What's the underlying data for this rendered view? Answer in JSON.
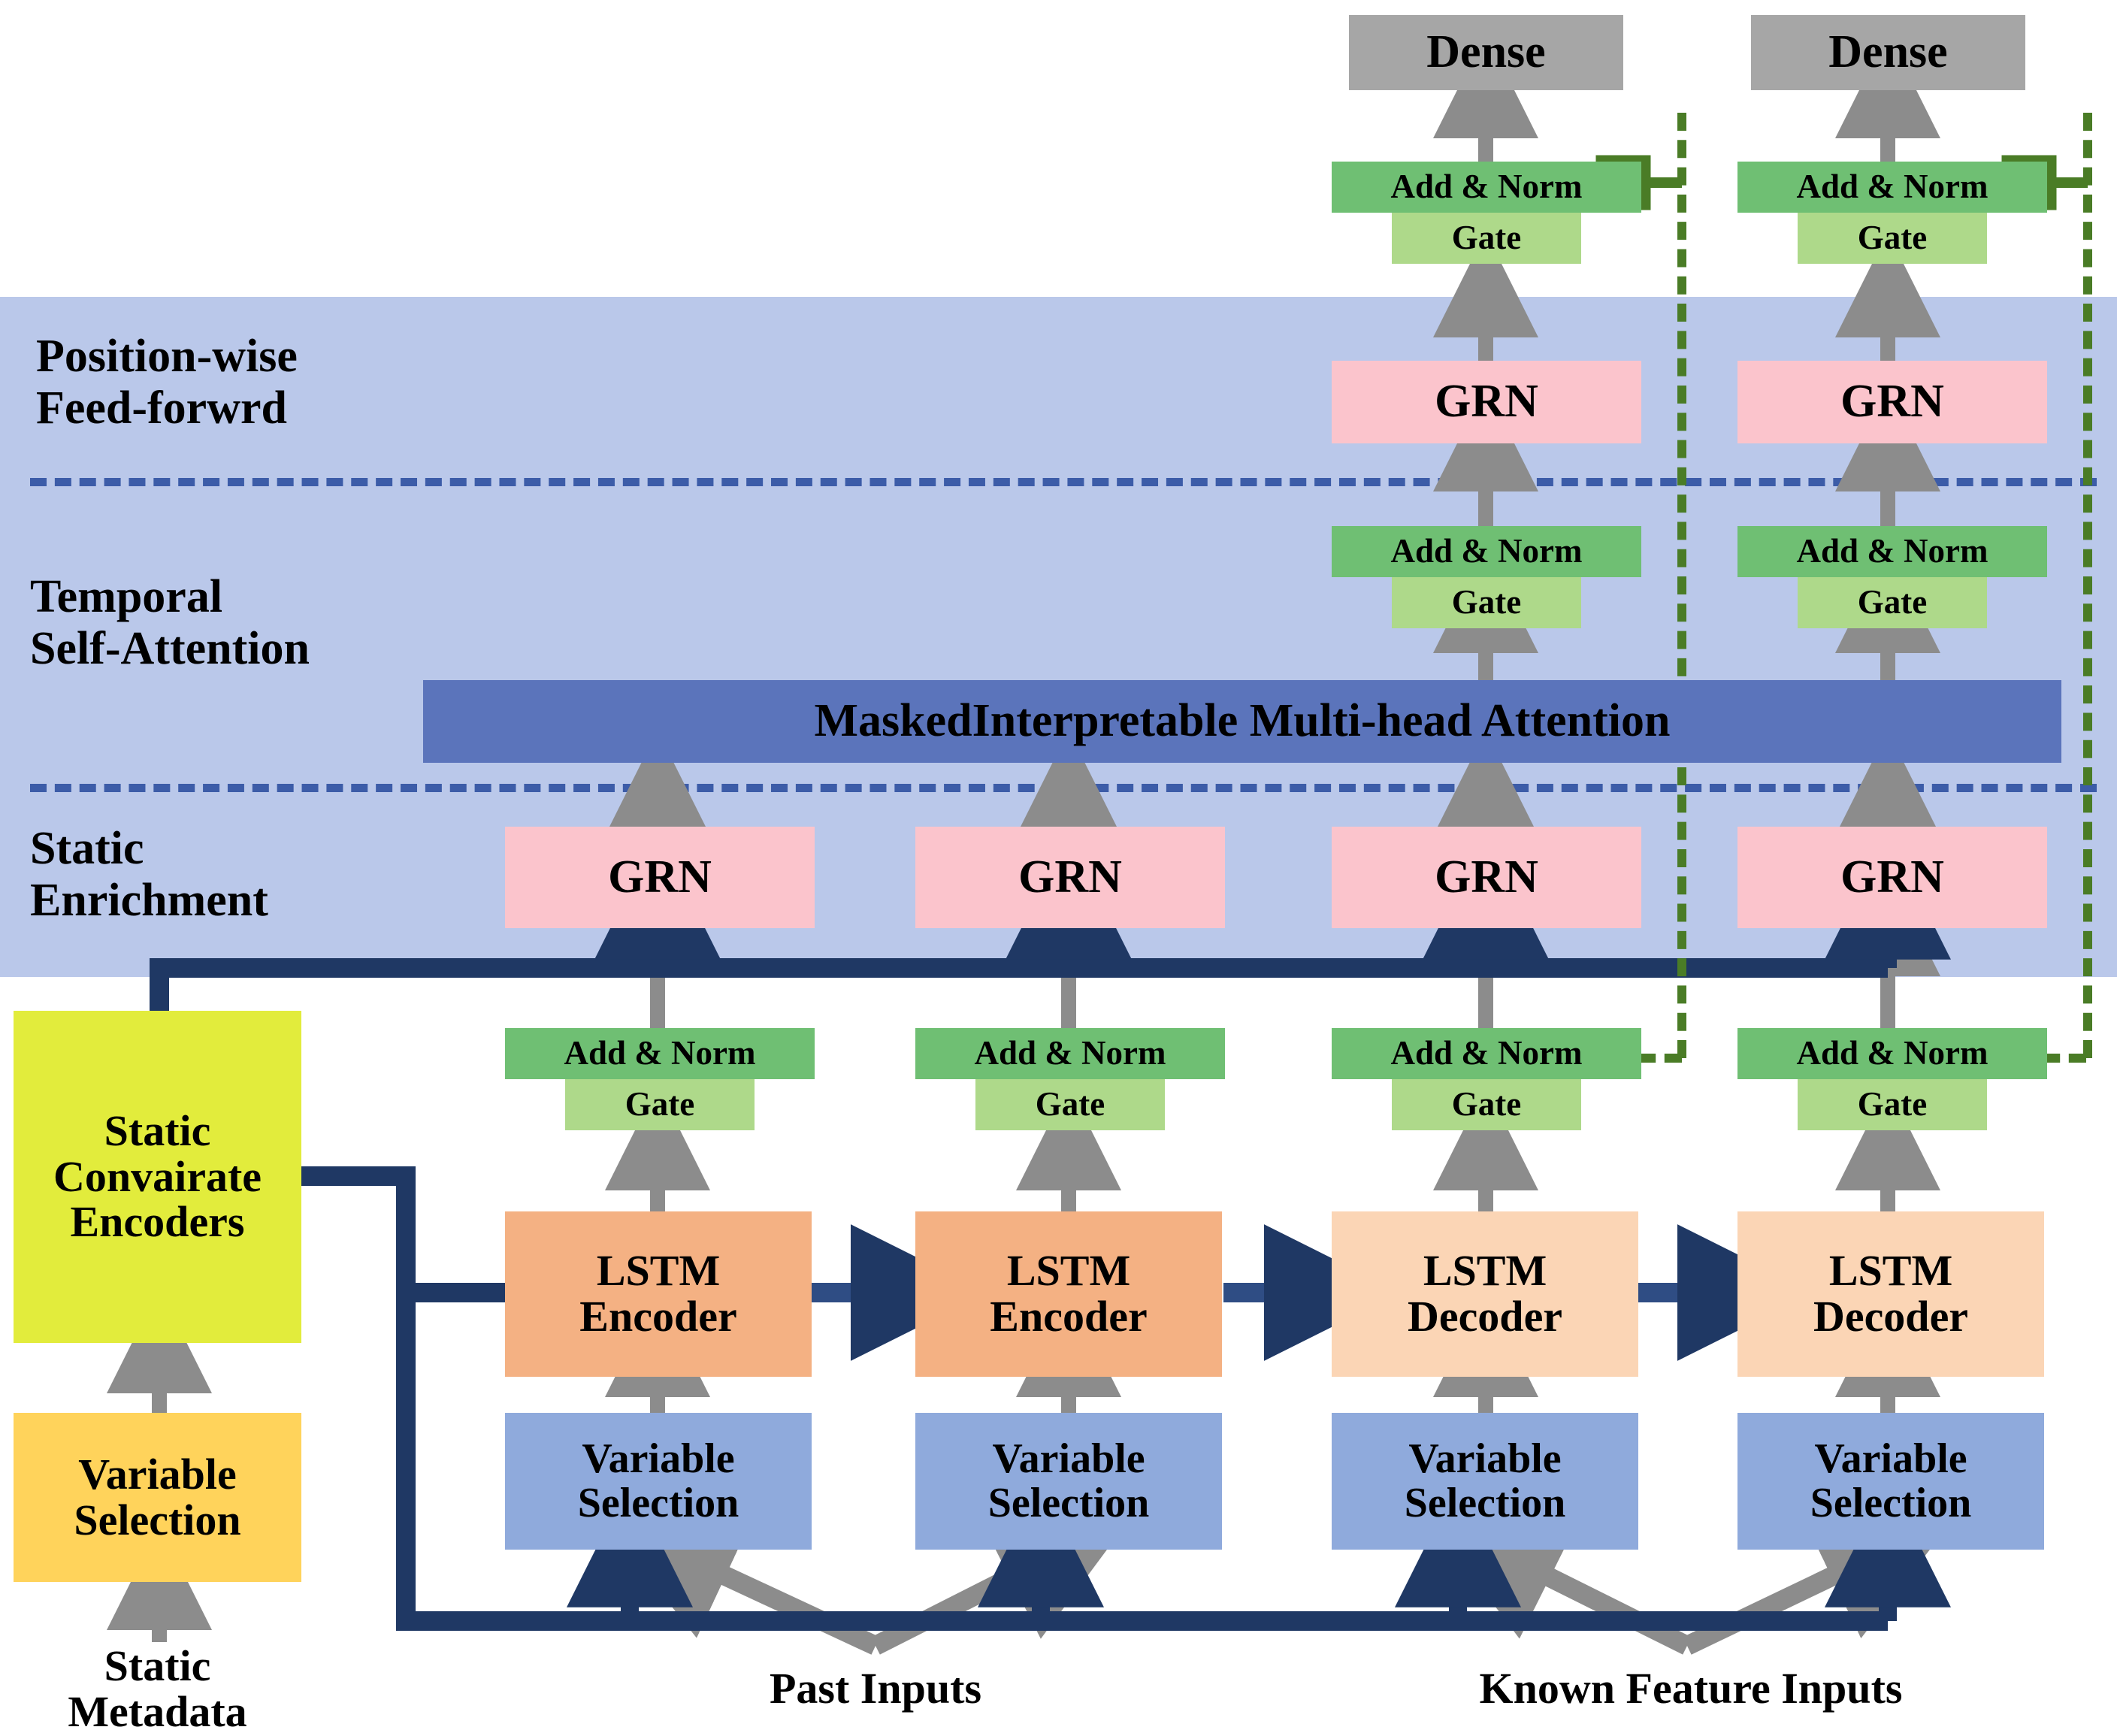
{
  "diagram": {
    "title": "Temporal Fusion Transformer architecture",
    "sections": [
      {
        "id": "position-wise-feed-forward",
        "label": "Position-wise\nFeed-forwrd",
        "line1": "Position-wise",
        "line2": "Feed-forwrd"
      },
      {
        "id": "temporal-self-attention",
        "label": "Temporal\nSelf-Attention",
        "line1": "Temporal",
        "line2": "Self-Attention"
      },
      {
        "id": "static-enrichment",
        "label": "Static\nEnrichment",
        "line1": "Static",
        "line2": "Enrichment"
      }
    ],
    "attention_bar": {
      "label": "MaskedInterpretable Multi-head Attention"
    },
    "dense_blocks": [
      {
        "label": "Dense"
      },
      {
        "label": "Dense"
      }
    ],
    "add_norm_label": "Add & Norm",
    "gate_label": "Gate",
    "grn_label": "GRN",
    "columns": [
      {
        "index": 1,
        "type": "encoder",
        "lstm_line1": "LSTM",
        "lstm_line2": "Encoder",
        "vs_line1": "Variable",
        "vs_line2": "Selection",
        "grn": "GRN",
        "add_norm": "Add & Norm",
        "gate": "Gate"
      },
      {
        "index": 2,
        "type": "encoder",
        "lstm_line1": "LSTM",
        "lstm_line2": "Encoder",
        "vs_line1": "Variable",
        "vs_line2": "Selection",
        "grn": "GRN",
        "add_norm": "Add & Norm",
        "gate": "Gate"
      },
      {
        "index": 3,
        "type": "decoder",
        "lstm_line1": "LSTM",
        "lstm_line2": "Decoder",
        "vs_line1": "Variable",
        "vs_line2": "Selection",
        "grn": "GRN",
        "add_norm": "Add & Norm",
        "gate": "Gate",
        "upper_add_norm": "Add & Norm",
        "upper_gate": "Gate",
        "upper_grn": "GRN",
        "top_add_norm": "Add & Norm",
        "top_gate": "Gate",
        "dense": "Dense"
      },
      {
        "index": 4,
        "type": "decoder",
        "lstm_line1": "LSTM",
        "lstm_line2": "Decoder",
        "vs_line1": "Variable",
        "vs_line2": "Selection",
        "grn": "GRN",
        "add_norm": "Add & Norm",
        "gate": "Gate",
        "upper_add_norm": "Add & Norm",
        "upper_gate": "Gate",
        "upper_grn": "GRN",
        "top_add_norm": "Add & Norm",
        "top_gate": "Gate",
        "dense": "Dense"
      }
    ],
    "static_path": {
      "covariate_encoders_line1": "Static",
      "covariate_encoders_line2": "Convairate",
      "covariate_encoders_line3": "Encoders",
      "variable_selection_line1": "Variable",
      "variable_selection_line2": "Selection",
      "metadata_line1": "Static",
      "metadata_line2": "Metadata"
    },
    "input_labels": [
      {
        "id": "past-inputs",
        "label": "Past Inputs"
      },
      {
        "id": "known-feature-inputs",
        "label": "Known Feature Inputs"
      }
    ],
    "colors": {
      "band": "#bac8ea",
      "attention": "#5b74bb",
      "dense": "#a6a6a6",
      "add_norm": "#6fbf73",
      "gate": "#aed98a",
      "grn": "#fbc4cc",
      "lstm_encoder": "#f4b183",
      "lstm_decoder": "#fbd5b5",
      "variable_selection": "#8faadc",
      "covariate_encoders": "#e2ec3c",
      "static_variable_selection": "#ffd35b",
      "navy": "#1f3864",
      "gray_arrow": "#8c8c8c",
      "green_dash": "#4a7c26",
      "blue_dash": "#3c5ca8"
    }
  }
}
